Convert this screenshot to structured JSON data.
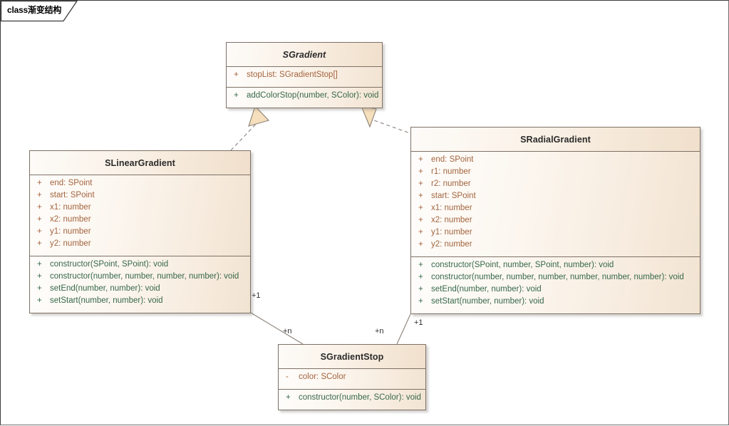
{
  "diagram": {
    "frame_label": "class渐变结构",
    "type": "uml-class-diagram",
    "colors": {
      "canvas": "#ffffff",
      "box_border": "#7d7166",
      "header_gradient_start": "#fdfbf8",
      "header_gradient_end": "#f0dfcc",
      "attribute_text": "#a3643e",
      "method_text": "#36684a",
      "title_text": "#2a2a2a",
      "connector": "#8a8078",
      "arrowhead_fill": "#f5dfbe"
    }
  },
  "classes": [
    {
      "id": "sgradient",
      "name": "SGradient",
      "abstract": true,
      "attributes": [
        {
          "visibility": "+",
          "text": "stopList: SGradientStop[]"
        }
      ],
      "methods": [
        {
          "visibility": "+",
          "text": "addColorStop(number, SColor): void"
        }
      ]
    },
    {
      "id": "slineargradient",
      "name": "SLinearGradient",
      "abstract": false,
      "attributes": [
        {
          "visibility": "+",
          "text": "end: SPoint"
        },
        {
          "visibility": "+",
          "text": "start: SPoint"
        },
        {
          "visibility": "+",
          "text": "x1: number"
        },
        {
          "visibility": "+",
          "text": "x2: number"
        },
        {
          "visibility": "+",
          "text": "y1: number"
        },
        {
          "visibility": "+",
          "text": "y2: number"
        }
      ],
      "methods": [
        {
          "visibility": "+",
          "text": "constructor(SPoint, SPoint): void"
        },
        {
          "visibility": "+",
          "text": "constructor(number, number, number, number): void"
        },
        {
          "visibility": "+",
          "text": "setEnd(number, number): void"
        },
        {
          "visibility": "+",
          "text": "setStart(number, number): void"
        }
      ]
    },
    {
      "id": "sradialgradient",
      "name": "SRadialGradient",
      "abstract": false,
      "attributes": [
        {
          "visibility": "+",
          "text": "end: SPoint"
        },
        {
          "visibility": "+",
          "text": "r1: number"
        },
        {
          "visibility": "+",
          "text": "r2: number"
        },
        {
          "visibility": "+",
          "text": "start: SPoint"
        },
        {
          "visibility": "+",
          "text": "x1: number"
        },
        {
          "visibility": "+",
          "text": "x2: number"
        },
        {
          "visibility": "+",
          "text": "y1: number"
        },
        {
          "visibility": "+",
          "text": "y2: number"
        }
      ],
      "methods": [
        {
          "visibility": "+",
          "text": "constructor(SPoint, number, SPoint, number): void"
        },
        {
          "visibility": "+",
          "text": "constructor(number, number, number, number, number, number): void"
        },
        {
          "visibility": "+",
          "text": "setEnd(number, number): void"
        },
        {
          "visibility": "+",
          "text": "setStart(number, number): void"
        }
      ]
    },
    {
      "id": "sgradientstop",
      "name": "SGradientStop",
      "abstract": false,
      "attributes": [
        {
          "visibility": "-",
          "text": "color: SColor"
        }
      ],
      "methods": [
        {
          "visibility": "+",
          "text": "constructor(number, SColor): void"
        }
      ]
    }
  ],
  "relationships": [
    {
      "id": "rel-linear-realizes-gradient",
      "kind": "realization",
      "style": "dashed",
      "arrow": "hollow-triangle",
      "from": "SLinearGradient",
      "to": "SGradient",
      "source_label": "",
      "target_label": ""
    },
    {
      "id": "rel-radial-realizes-gradient",
      "kind": "realization",
      "style": "dashed",
      "arrow": "hollow-triangle",
      "from": "SRadialGradient",
      "to": "SGradient",
      "source_label": "",
      "target_label": ""
    },
    {
      "id": "rel-linear-stop",
      "kind": "association",
      "style": "solid",
      "arrow": "none",
      "from": "SLinearGradient",
      "to": "SGradientStop",
      "source_label": "+1",
      "target_label": "+n"
    },
    {
      "id": "rel-radial-stop",
      "kind": "association",
      "style": "solid",
      "arrow": "none",
      "from": "SRadialGradient",
      "to": "SGradientStop",
      "source_label": "+1",
      "target_label": "+n"
    }
  ],
  "multiplicity_labels": {
    "linear_one": "+1",
    "linear_many": "+n",
    "radial_one": "+1",
    "radial_many": "+n"
  }
}
